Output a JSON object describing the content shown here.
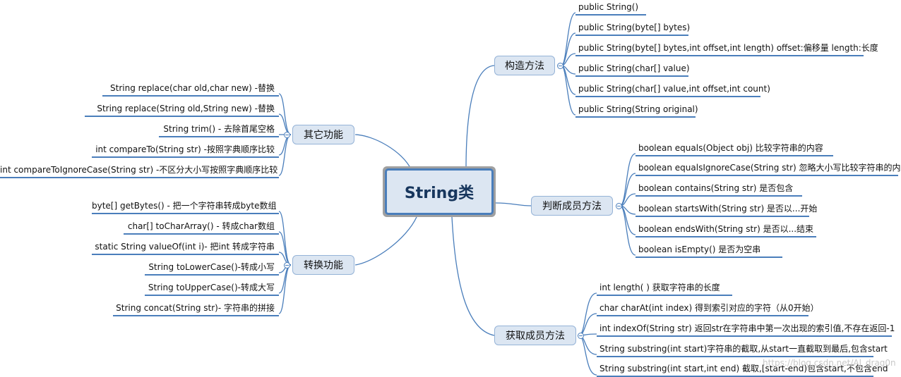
{
  "root": "String类",
  "branches": {
    "construct": {
      "label": "构造方法",
      "items": [
        "public String()",
        "public String(byte[] bytes)",
        "public String(byte[] bytes,int offset,int length) offset:偏移量  length:长度",
        "public String(char[] value)",
        "public String(char[] value,int offset,int count)",
        "public String(String original)"
      ]
    },
    "judge": {
      "label": "判断成员方法",
      "items": [
        "boolean equals(Object obj)      比较字符串的内容",
        "boolean equalsIgnoreCase(String str)    忽略大小写比较字符串的内容",
        "boolean contains(String str)      是否包含",
        "boolean startsWith(String str)   是否以...开始",
        "boolean endsWith(String str)      是否以...结束",
        "boolean isEmpty()           是否为空串"
      ]
    },
    "get": {
      "label": "获取成员方法",
      "items": [
        "int length( )     获取字符串的长度",
        "char charAt(int index)    得到索引对应的字符（从0开始）",
        "int indexOf(String str) 返回str在字符串中第一次出现的索引值,不存在返回-1",
        "String substring(int start)字符串的截取,从start一直截取到最后,包含start",
        "String substring(int start,int end) 截取,[start-end)包含start,不包含end"
      ]
    },
    "other": {
      "label": "其它功能",
      "items": [
        "String replace(char old,char new)   -替换",
        "String replace(String old,String new)      -替换",
        "String trim() - 去除首尾空格",
        "int compareTo(String str) -按照字典顺序比较",
        "int compareToIgnoreCase(String str)  -不区分大小写按照字典顺序比较"
      ]
    },
    "convert": {
      "label": "转换功能",
      "items": [
        "byte[] getBytes() - 把一个字符串转成byte数组",
        "char[] toCharArray() - 转成char数组",
        "static String valueOf(int i)- 把int 转成字符串",
        "String toLowerCase()-转成小写",
        "String toUpperCase()-转成大写",
        "String concat(String str)- 字符串的拼接"
      ]
    }
  },
  "watermark": "https://blog.csdn.net/Al_drag0n",
  "colors": {
    "line": "#4a7ebb",
    "node_fill": "#dce6f2",
    "node_border": "#95b3d7"
  }
}
